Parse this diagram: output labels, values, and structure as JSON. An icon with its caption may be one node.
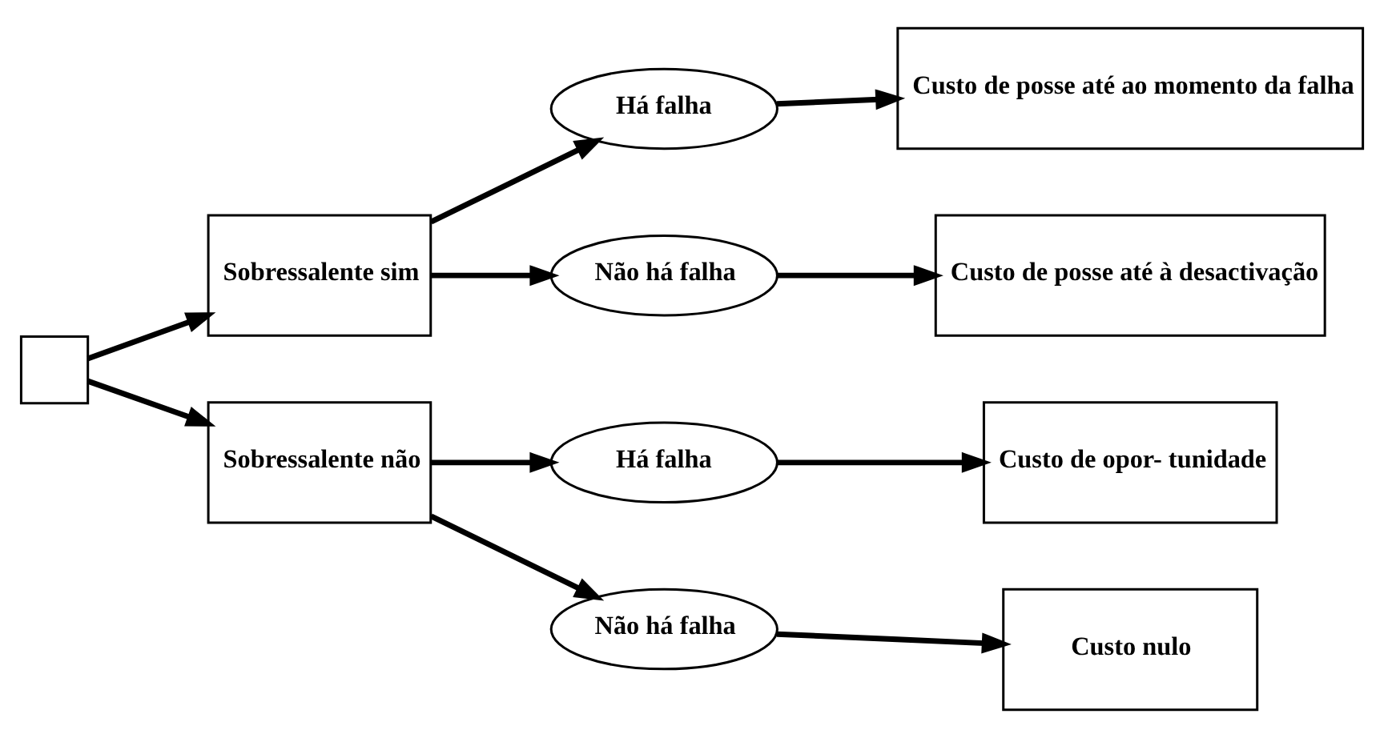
{
  "diagram": {
    "nodes": [
      {
        "text": [],
        "shape": "box"
      },
      {
        "text": [
          "Sobressalente sim"
        ]
      },
      {
        "text": [
          "Sobressalente não"
        ]
      },
      {
        "text": [
          "Há falha"
        ]
      },
      {
        "text": [
          "Não há falha"
        ]
      },
      {
        "text": [
          "Há falha"
        ]
      },
      {
        "text": [
          "Não há falha"
        ]
      },
      {
        "text": [
          "Custo de posse até ao momento da falha"
        ]
      },
      {
        "text": [
          "Custo de posse até à desactivação"
        ]
      },
      {
        "text": [
          "Custo de opor- tunidade"
        ]
      },
      {
        "text": [
          "Custo nulo"
        ]
      }
    ],
    "edges": [
      {
        "from": 0,
        "to": 1,
        "arrow": "to"
      },
      {
        "from": 0,
        "to": 2,
        "arrow": "to"
      },
      {
        "from": 1,
        "to": 3,
        "arrow": "to"
      },
      {
        "from": 1,
        "to": 4,
        "arrow": "to"
      },
      {
        "from": 2,
        "to": 5,
        "arrow": "to"
      },
      {
        "from": 2,
        "to": 6,
        "arrow": "to"
      },
      {
        "from": 3,
        "to": 7,
        "arrow": "to"
      },
      {
        "from": 4,
        "to": 8,
        "arrow": "to"
      },
      {
        "from": 5,
        "to": 9,
        "arrow": "to"
      },
      {
        "from": 6,
        "to": 10,
        "arrow": "to"
      }
    ]
  }
}
